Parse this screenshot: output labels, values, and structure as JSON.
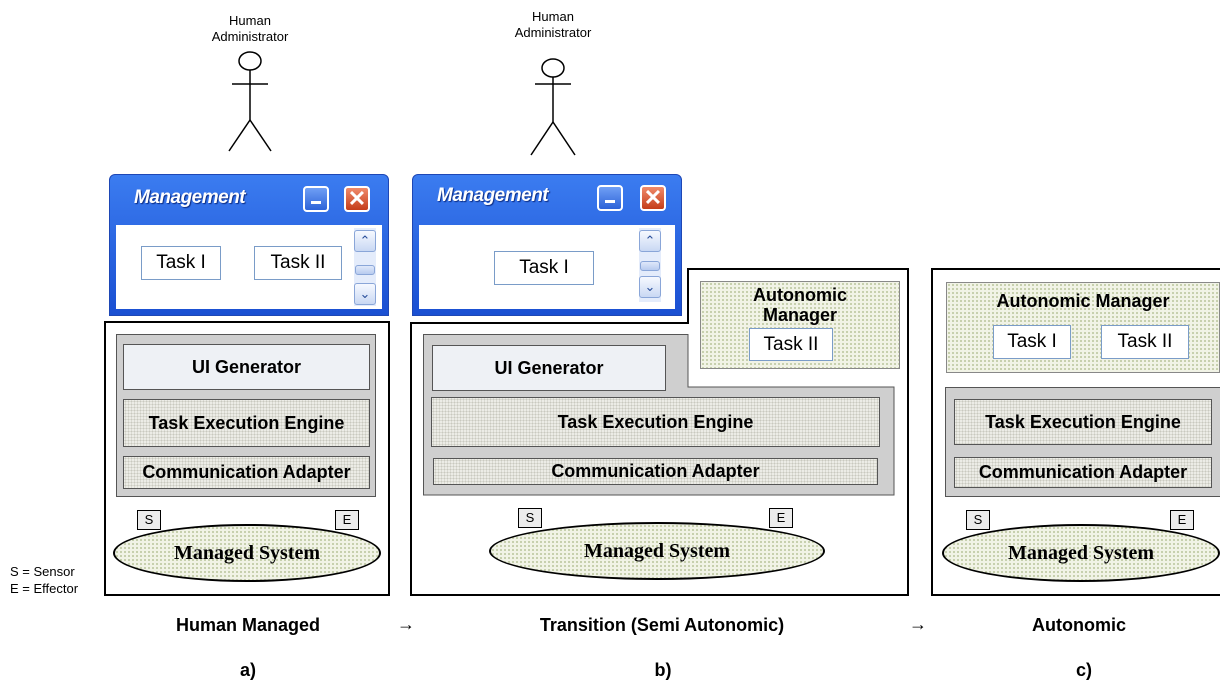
{
  "actors": {
    "admin_a": [
      "Human",
      "Administrator"
    ],
    "admin_b": [
      "Human",
      "Administrator"
    ]
  },
  "panel_a": {
    "window": {
      "title": "Management",
      "close": "✕",
      "up": "⌃",
      "down": "⌄",
      "tasks": [
        "Task I",
        "Task II"
      ]
    },
    "components": [
      "UI Generator",
      "Task Execution Engine",
      "Communication Adapter"
    ],
    "managed_system": "Managed System",
    "sensor": "S",
    "effector": "E",
    "caption": "Human Managed",
    "letter": "a)"
  },
  "panel_b": {
    "window": {
      "title": "Management",
      "close": "✕",
      "up": "⌃",
      "down": "⌄",
      "tasks": [
        "Task I"
      ]
    },
    "autonomic_manager": {
      "label_lines": [
        "Autonomic",
        "Manager"
      ],
      "tasks": [
        "Task II"
      ]
    },
    "components": [
      "UI Generator",
      "Task Execution Engine",
      "Communication Adapter"
    ],
    "managed_system": "Managed System",
    "sensor": "S",
    "effector": "E",
    "caption": "Transition (Semi Autonomic)",
    "letter": "b)"
  },
  "panel_c": {
    "autonomic_manager": {
      "label": "Autonomic Manager",
      "tasks": [
        "Task I",
        "Task II"
      ]
    },
    "components": [
      "Task Execution Engine",
      "Communication Adapter"
    ],
    "managed_system": "Managed System",
    "sensor": "S",
    "effector": "E",
    "caption": "Autonomic",
    "letter": "c)"
  },
  "arrows": [
    "→",
    "→"
  ],
  "legend": [
    "S = Sensor",
    "E = Effector"
  ]
}
